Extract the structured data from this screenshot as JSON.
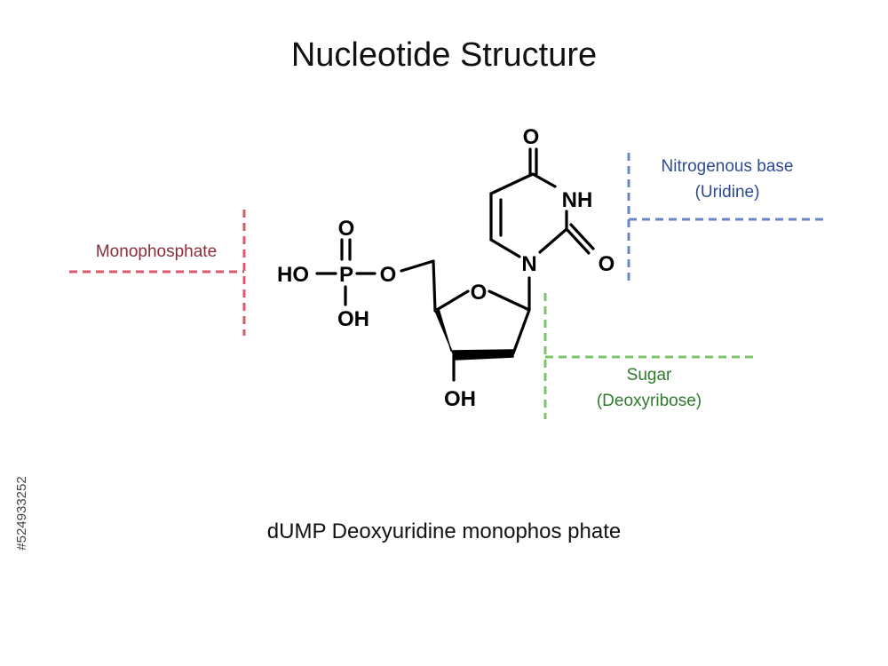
{
  "title": "Nucleotide Structure",
  "subtitle": "dUMP  Deoxyuridine monophos phate",
  "side_id": "#524933252",
  "atoms": {
    "ho": "HO",
    "p": "P",
    "o_top": "O",
    "o_link": "O",
    "oh_phosphate": "OH",
    "o_ring": "O",
    "oh_sugar": "OH",
    "o_carbonyl_top": "O",
    "nh": "NH",
    "n": "N",
    "o_carbonyl_right": "O"
  },
  "annotations": {
    "phosphate": {
      "text": "Monophosphate",
      "color": "#e0566a",
      "text_color": "#8b2c3a"
    },
    "base": {
      "line1": "Nitrogenous base",
      "line2": "(Uridine)",
      "color": "#6b86c4",
      "text_color": "#2e4b8f"
    },
    "sugar": {
      "line1": "Sugar",
      "line2": "(Deoxyribose)",
      "color": "#7cc46b",
      "text_color": "#2f7a2c"
    }
  }
}
